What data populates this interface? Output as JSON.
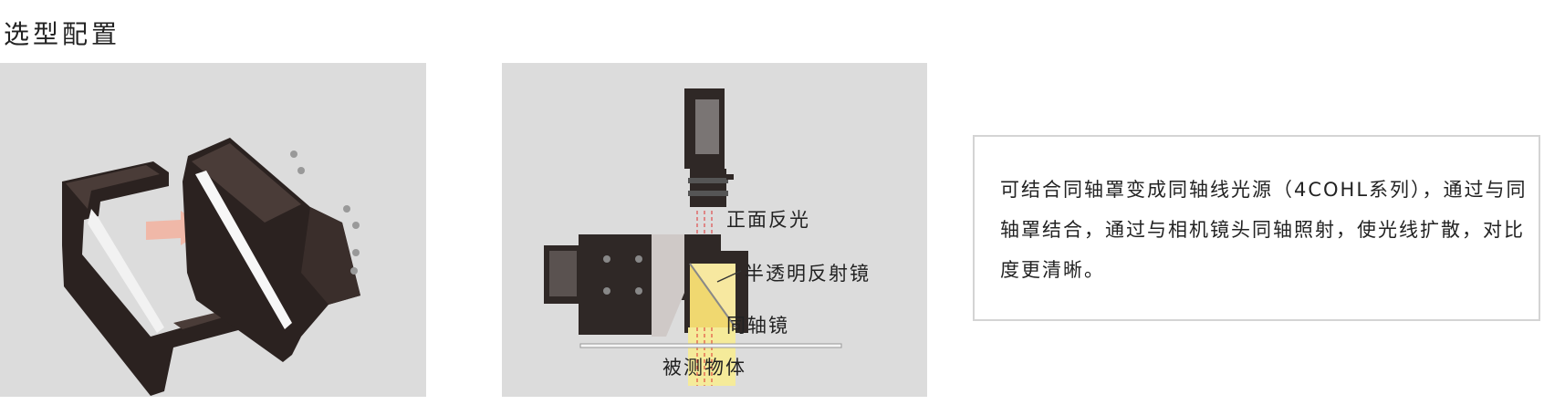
{
  "section": {
    "title": "选型配置"
  },
  "diagram": {
    "labels": {
      "front_light": "正面反光",
      "half_mirror": "半透明反射镜",
      "coaxial_mirror": "同轴镜",
      "object": "被测物体"
    }
  },
  "description": {
    "text": "可结合同轴罩变成同轴线光源（4COHL系列），通过与同轴罩结合，通过与相机镜头同轴照射，使光线扩散，对比度更清晰。"
  }
}
